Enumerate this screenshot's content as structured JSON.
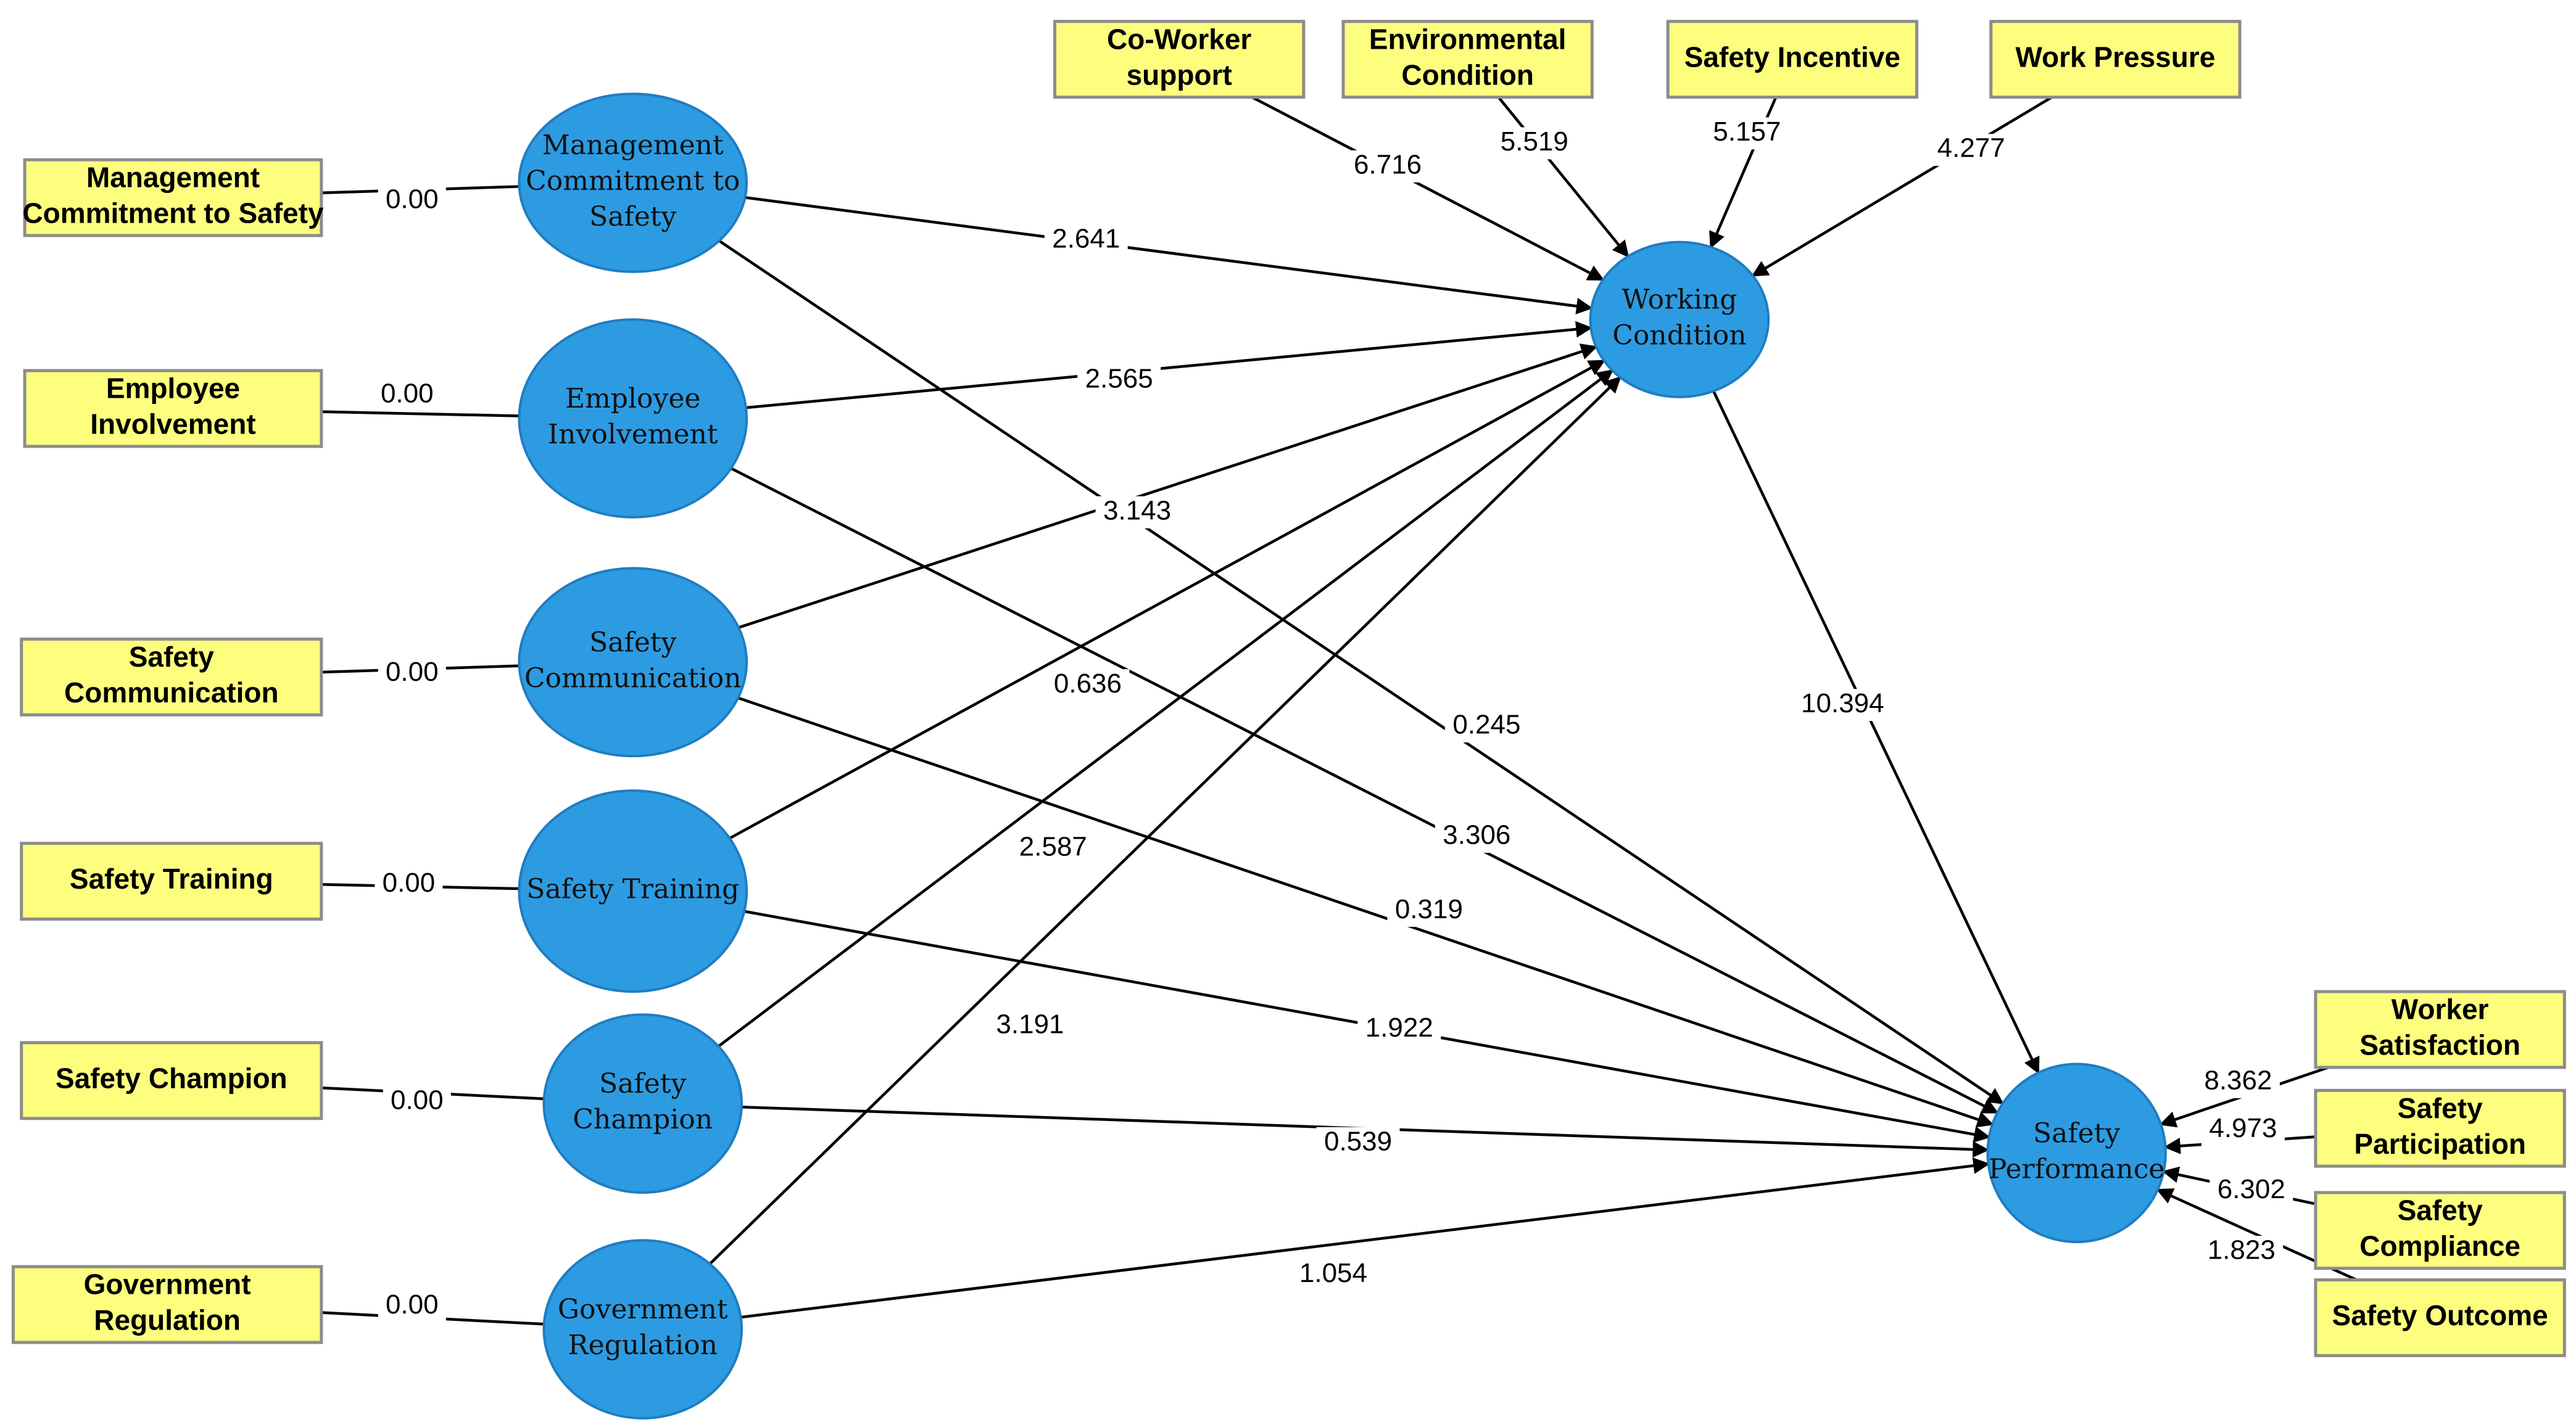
{
  "indicators": {
    "mcs_ind": [
      "Management",
      "Commitment to Safety"
    ],
    "ei_ind": [
      "Employee",
      "Involvement"
    ],
    "sc_ind": [
      "Safety",
      "Communication"
    ],
    "st_ind": [
      "Safety Training"
    ],
    "sch_ind": [
      "Safety Champion"
    ],
    "gr_ind": [
      "Government",
      "Regulation"
    ],
    "cw_ind": [
      "Co-Worker",
      "support"
    ],
    "ec_ind": [
      "Environmental",
      "Condition"
    ],
    "si_ind": [
      "Safety Incentive"
    ],
    "wp_ind": [
      "Work Pressure"
    ],
    "ws_ind": [
      "Worker",
      "Satisfaction"
    ],
    "sp_ind": [
      "Safety",
      "Participation"
    ],
    "scm_ind": [
      "Safety",
      "Compliance"
    ],
    "so_ind": [
      "Safety Outcome"
    ]
  },
  "latent_variables": {
    "mcs": [
      "Management",
      "Commitment to",
      "Safety"
    ],
    "ei": [
      "Employee",
      "Involvement"
    ],
    "sc": [
      "Safety",
      "Communication"
    ],
    "st": [
      "Safety Training"
    ],
    "sch": [
      "Safety",
      "Champion"
    ],
    "gr": [
      "Government",
      "Regulation"
    ],
    "wc": [
      "Working",
      "Condition"
    ],
    "spf": [
      "Safety",
      "Performance"
    ]
  },
  "edges": [
    {
      "from": "mcs_ind",
      "to": "mcs",
      "label": "0.00"
    },
    {
      "from": "ei_ind",
      "to": "ei",
      "label": "0.00"
    },
    {
      "from": "sc_ind",
      "to": "sc",
      "label": "0.00"
    },
    {
      "from": "st_ind",
      "to": "st",
      "label": "0.00"
    },
    {
      "from": "sch_ind",
      "to": "sch",
      "label": "0.00"
    },
    {
      "from": "gr_ind",
      "to": "gr",
      "label": "0.00"
    },
    {
      "from": "mcs",
      "to": "wc",
      "label": "2.641"
    },
    {
      "from": "ei",
      "to": "wc",
      "label": "2.565"
    },
    {
      "from": "sc",
      "to": "wc",
      "label": "3.143"
    },
    {
      "from": "st",
      "to": "wc",
      "label": "0.636"
    },
    {
      "from": "sch",
      "to": "wc",
      "label": "2.587"
    },
    {
      "from": "gr",
      "to": "wc",
      "label": "3.191"
    },
    {
      "from": "mcs",
      "to": "spf",
      "label": "0.245"
    },
    {
      "from": "ei",
      "to": "spf",
      "label": "3.306"
    },
    {
      "from": "sc",
      "to": "spf",
      "label": "0.319"
    },
    {
      "from": "st",
      "to": "spf",
      "label": "1.922"
    },
    {
      "from": "sch",
      "to": "spf",
      "label": "0.539"
    },
    {
      "from": "gr",
      "to": "spf",
      "label": "1.054"
    },
    {
      "from": "wc",
      "to": "spf",
      "label": "10.394"
    },
    {
      "from": "cw_ind",
      "to": "wc",
      "label": "6.716"
    },
    {
      "from": "ec_ind",
      "to": "wc",
      "label": "5.519"
    },
    {
      "from": "si_ind",
      "to": "wc",
      "label": "5.157"
    },
    {
      "from": "wp_ind",
      "to": "wc",
      "label": "4.277"
    },
    {
      "from": "ws_ind",
      "to": "spf",
      "label": "8.362"
    },
    {
      "from": "sp_ind",
      "to": "spf",
      "label": "4.973"
    },
    {
      "from": "scm_ind",
      "to": "spf",
      "label": "6.302"
    },
    {
      "from": "so_ind",
      "to": "spf",
      "label": "1.823"
    }
  ],
  "colors": {
    "indicator_fill": "#fdfd7e",
    "latent_fill": "#2d9be2",
    "edge": "#000000"
  }
}
